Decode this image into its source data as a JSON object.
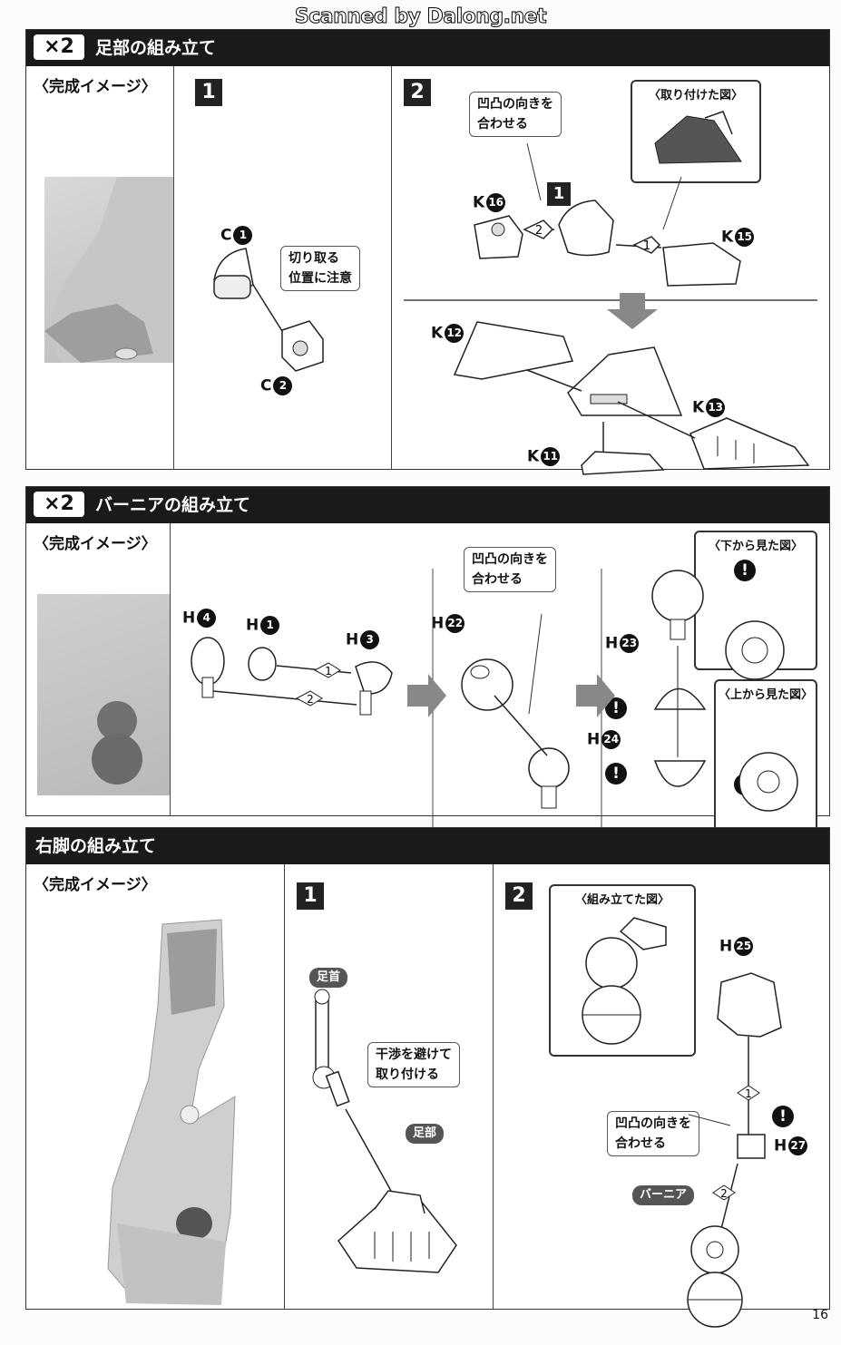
{
  "watermark": "Scanned by Dalong.net",
  "page_number": "16",
  "sections": [
    {
      "multiplier": "×2",
      "title": "足部の組み立て",
      "image_label": "〈完成イメージ〉",
      "steps": [
        "1",
        "2"
      ],
      "step1": {
        "parts": [
          {
            "letter": "C",
            "num": "1"
          },
          {
            "letter": "C",
            "num": "2"
          }
        ],
        "note": [
          "切り取る",
          "位置に注意"
        ]
      },
      "step2": {
        "note": [
          "凹凸の向きを",
          "合わせる"
        ],
        "inset_title": "〈取り付けた図〉",
        "inner_step": "1",
        "order": [
          "1",
          "2"
        ],
        "parts": [
          {
            "letter": "K",
            "num": "16"
          },
          {
            "letter": "K",
            "num": "15"
          },
          {
            "letter": "K",
            "num": "12"
          },
          {
            "letter": "K",
            "num": "13"
          },
          {
            "letter": "K",
            "num": "11"
          }
        ]
      }
    },
    {
      "multiplier": "×2",
      "title": "バーニアの組み立て",
      "image_label": "〈完成イメージ〉",
      "parts": [
        {
          "letter": "H",
          "num": "4"
        },
        {
          "letter": "H",
          "num": "1"
        },
        {
          "letter": "H",
          "num": "3"
        },
        {
          "letter": "H",
          "num": "22"
        },
        {
          "letter": "H",
          "num": "23"
        },
        {
          "letter": "H",
          "num": "24"
        }
      ],
      "order": [
        "1",
        "2"
      ],
      "note": [
        "凹凸の向きを",
        "合わせる"
      ],
      "view_bottom": "〈下から見た図〉",
      "view_top": "〈上から見た図〉",
      "warning": "!"
    },
    {
      "title": "右脚の組み立て",
      "image_label": "〈完成イメージ〉",
      "steps": [
        "1",
        "2"
      ],
      "step1": {
        "tag_ankle": "足首",
        "tag_foot": "足部",
        "note": [
          "干渉を避けて",
          "取り付ける"
        ]
      },
      "step2": {
        "inset_title": "〈組み立てた図〉",
        "parts": [
          {
            "letter": "H",
            "num": "25"
          },
          {
            "letter": "H",
            "num": "27"
          }
        ],
        "note": [
          "凹凸の向きを",
          "合わせる"
        ],
        "tag_vernier": "バーニア",
        "order": [
          "1",
          "2"
        ],
        "warning": "!"
      }
    }
  ]
}
